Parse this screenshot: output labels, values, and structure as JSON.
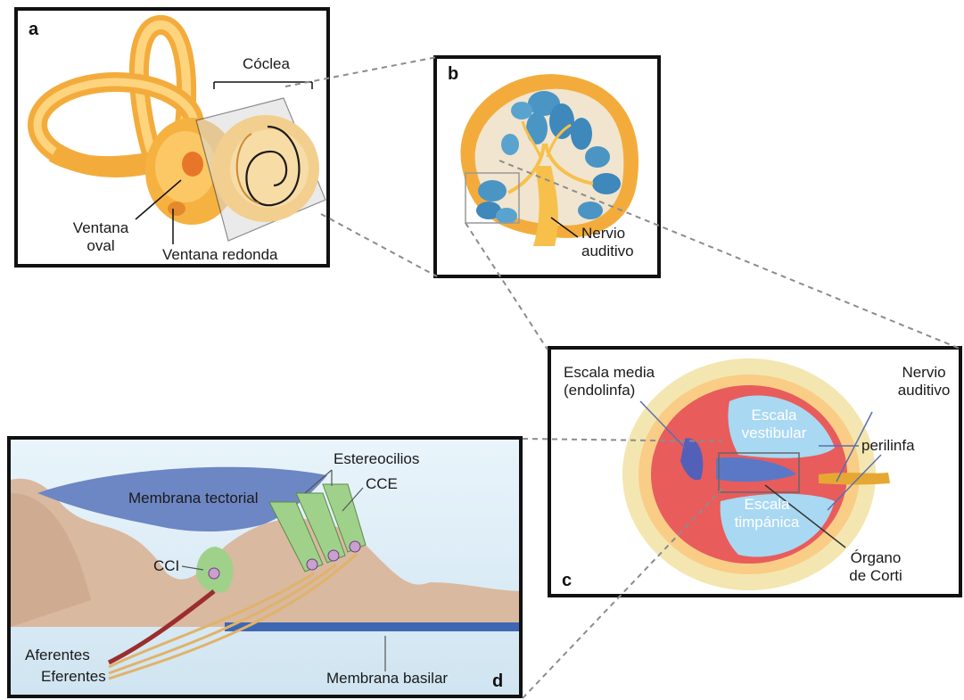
{
  "panels": {
    "a": {
      "letter": "a",
      "labels": {
        "cochlea": "Cóclea",
        "oval_window_line1": "Ventana",
        "oval_window_line2": "oval",
        "round_window": "Ventana redonda"
      }
    },
    "b": {
      "letter": "b",
      "labels": {
        "nerve_line1": "Nervio",
        "nerve_line2": "auditivo"
      }
    },
    "c": {
      "letter": "c",
      "labels": {
        "scala_media_line1": "Escala media",
        "scala_media_line2": "(endolinfa)",
        "nerve_line1": "Nervio",
        "nerve_line2": "auditivo",
        "scala_vestibuli_line1": "Escala",
        "scala_vestibuli_line2": "vestibular",
        "perilymph": "perilinfa",
        "scala_tympani_line1": "Escala",
        "scala_tympani_line2": "timpánica",
        "corti_line1": "Órgano",
        "corti_line2": "de Corti"
      }
    },
    "d": {
      "letter": "d",
      "labels": {
        "stereocilia": "Estereocilios",
        "tectorial": "Membrana tectorial",
        "ohc": "CCE",
        "ihc": "CCI",
        "afferents": "Aferentes",
        "efferents": "Eferentes",
        "basilar": "Membrana basilar"
      }
    }
  },
  "colors": {
    "border": "#111111",
    "connector": "#8c8c8c",
    "bone": "#f5b94f",
    "fluid": "#a9d8f2",
    "tectorial": "#6d86c4",
    "hair_cell": "#9fd18a"
  }
}
